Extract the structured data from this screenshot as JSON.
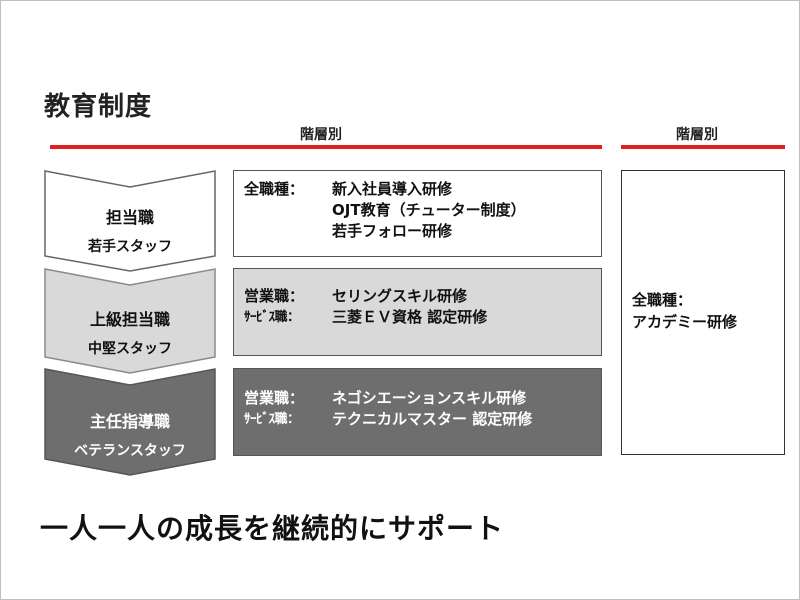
{
  "title": "教育制度",
  "section_left_label": "階層別",
  "section_right_label": "階層別",
  "tiers": [
    {
      "title": "担当職",
      "subtitle": "若手スタッフ",
      "rows": [
        {
          "label": "全職種：",
          "text": "新入社員導入研修"
        },
        {
          "label": "",
          "text": "OJT教育（チューター制度）"
        },
        {
          "label": "",
          "text": "若手フォロー研修"
        }
      ]
    },
    {
      "title": "上級担当職",
      "subtitle": "中堅スタッフ",
      "rows": [
        {
          "label": "営業職：",
          "text": "セリングスキル研修"
        },
        {
          "label": "ｻｰﾋﾞｽ職：",
          "text": "三菱ＥＶ資格 認定研修"
        }
      ]
    },
    {
      "title": "主任指導職",
      "subtitle": "ベテランスタッフ",
      "rows": [
        {
          "label": "営業職：",
          "text": "ネゴシエーションスキル研修"
        },
        {
          "label": "ｻｰﾋﾞｽ職：",
          "text": "テクニカルマスター 認定研修"
        }
      ]
    }
  ],
  "right_box": {
    "line1": "全職種：",
    "line2": "アカデミー研修"
  },
  "slogan": "一人一人の成長を継続的にサポート",
  "colors": {
    "accent_red": "#e02020",
    "tier1_fill": "#ffffff",
    "tier2_fill": "#d9d9d9",
    "tier3_fill": "#6e6e6e"
  }
}
